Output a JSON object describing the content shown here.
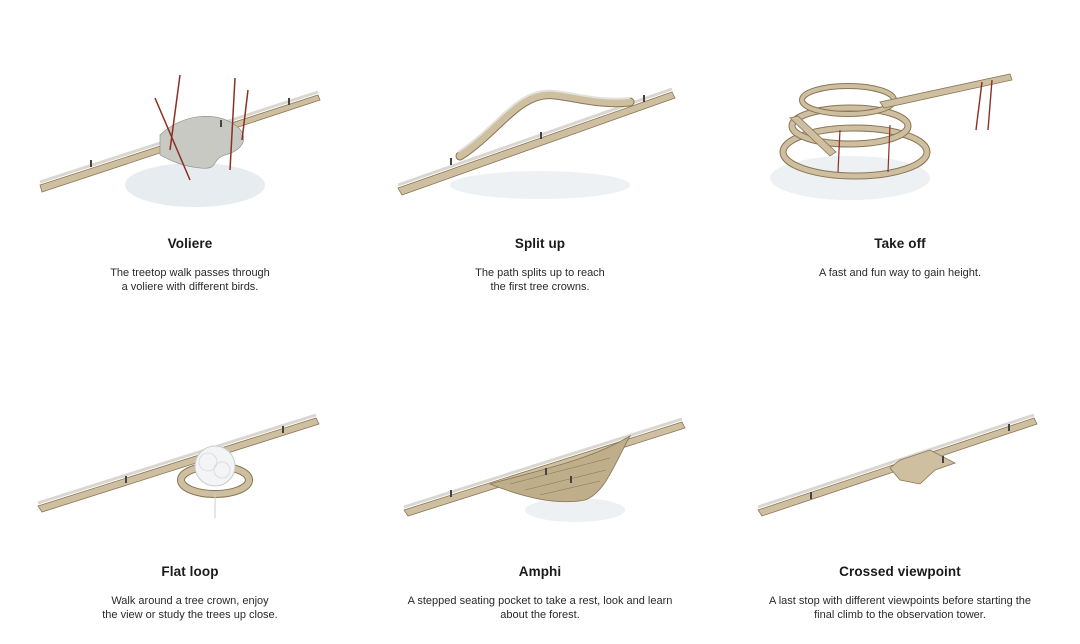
{
  "concepts": [
    {
      "title": "Voliere",
      "description": "The treetop walk passes through\na voliere with different birds.",
      "illustration": "walkway-voliere"
    },
    {
      "title": "Split up",
      "description": "The path splits up to reach\nthe first tree crowns.",
      "illustration": "walkway-split"
    },
    {
      "title": "Take off",
      "description": "A fast and fun way to gain height.",
      "illustration": "walkway-spiral"
    },
    {
      "title": "Flat loop",
      "description": "Walk around a tree crown, enjoy\nthe view or study the trees up close.",
      "illustration": "walkway-loop"
    },
    {
      "title": "Amphi",
      "description": "A stepped seating pocket to take a rest, look and learn\nabout the forest.",
      "illustration": "walkway-amphi"
    },
    {
      "title": "Crossed viewpoint",
      "description": "A last stop with different viewpoints before starting the\nfinal climb to the observation tower.",
      "illustration": "walkway-cross"
    }
  ],
  "colors": {
    "deck": "#cdbf9f",
    "deck_edge": "#8a7656",
    "rail": "#e8e6e0",
    "post": "#8c2f24",
    "shadow": "#e4e9ec"
  }
}
